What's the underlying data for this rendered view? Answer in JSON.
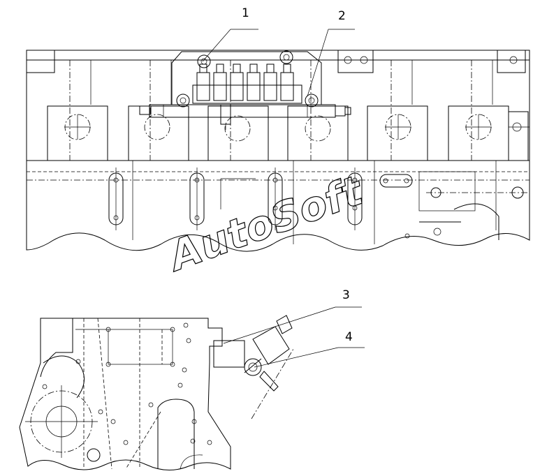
{
  "callouts": [
    "1",
    "2",
    "3",
    "4"
  ],
  "watermark": "AutoSoft"
}
